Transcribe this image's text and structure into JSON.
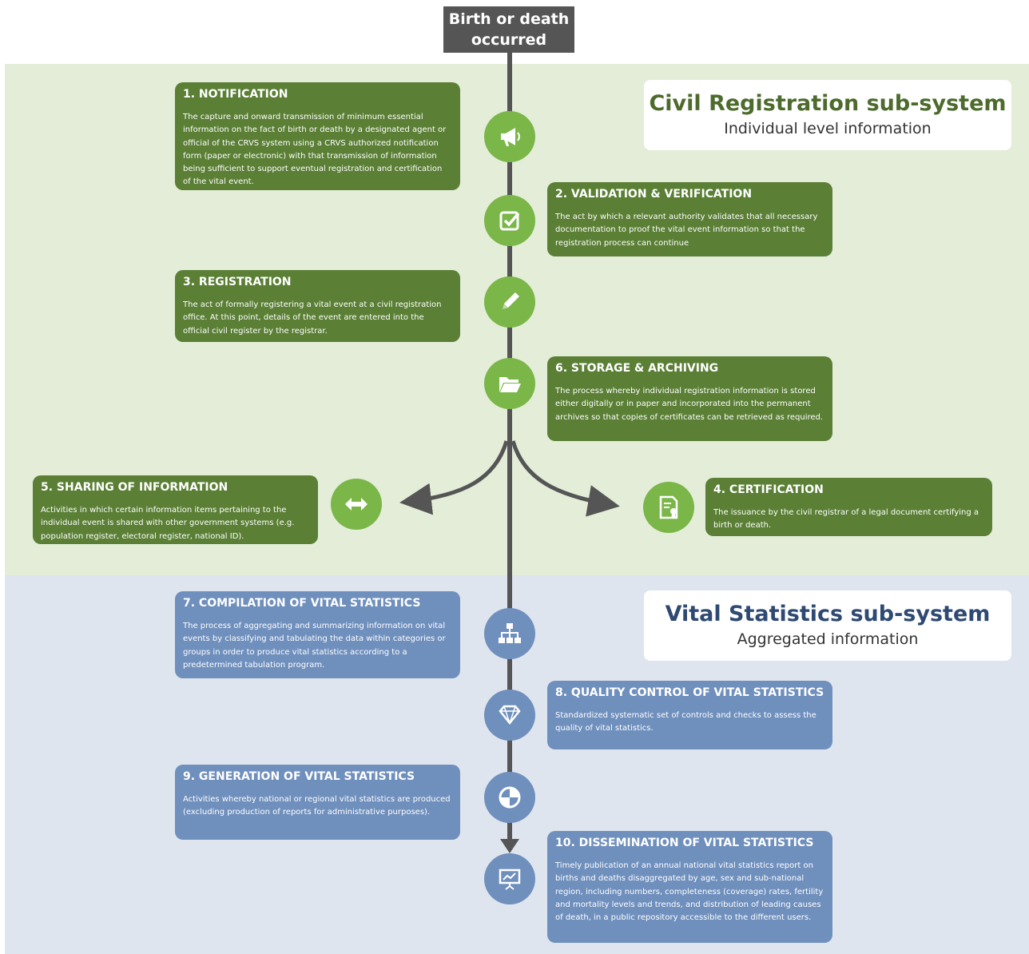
{
  "start": {
    "label": "Birth or death\noccurred"
  },
  "civil_registration": {
    "title": "Civil Registration sub-system",
    "subtitle": "Individual level information",
    "accent_color": "#5a7f35",
    "background_color": "#e3edd8"
  },
  "vital_statistics": {
    "title": "Vital Statistics sub-system",
    "subtitle": "Aggregated information",
    "accent_color": "#6f8fbd",
    "background_color": "#dfe5ee"
  },
  "steps": [
    {
      "title": "1. NOTIFICATION",
      "description": "The capture and onward transmission of minimum essential information on the fact of birth or death by a designated agent or official of the CRVS system using a CRVS authorized notification form (paper or electronic) with that transmission of information being sufficient to support eventual registration and certification of the vital event.",
      "icon": "megaphone-icon"
    },
    {
      "title": "2. VALIDATION & VERIFICATION",
      "description": "The act by which a relevant authority validates that all necessary documentation to proof the vital event information so that the registration process can continue",
      "icon": "checkbox-icon"
    },
    {
      "title": "3. REGISTRATION",
      "description": "The act of formally registering a vital event at a civil registration office. At this point, details of the event are entered into the official civil register by the registrar.",
      "icon": "pencil-icon"
    },
    {
      "title": "6. STORAGE & ARCHIVING",
      "description": "The process whereby individual registration information is stored either digitally or in paper and incorporated into the permanent archives so that copies of certificates can be retrieved as required.",
      "icon": "folder-icon"
    },
    {
      "title": "5. SHARING OF INFORMATION",
      "description": "Activities in which certain information items pertaining to the individual event is shared with other government systems (e.g. population register, electoral register, national ID).",
      "icon": "double-arrow-icon"
    },
    {
      "title": "4. CERTIFICATION",
      "description": "The issuance by the civil registrar of a legal document certifying a birth or death.",
      "icon": "certificate-icon"
    },
    {
      "title": "7. COMPILATION OF VITAL STATISTICS",
      "description": "The process of aggregating and summarizing information on vital events by classifying and tabulating the data within categories or groups in order to produce vital statistics according to a predetermined tabulation program.",
      "icon": "hierarchy-icon"
    },
    {
      "title": "8. QUALITY CONTROL OF VITAL STATISTICS",
      "description": "Standardized systematic set of controls and checks to assess the quality of vital statistics.",
      "icon": "diamond-icon"
    },
    {
      "title": "9. GENERATION OF VITAL STATISTICS",
      "description": "Activities whereby national or regional vital statistics are produced (excluding production of reports for administrative purposes).",
      "icon": "pie-chart-icon"
    },
    {
      "title": "10. DISSEMINATION OF VITAL STATISTICS",
      "description": "Timely publication of an annual national vital statistics report on births and deaths disaggregated by age, sex and sub-national region, including numbers, completeness (coverage) rates, fertility and mortality levels and trends, and distribution of leading causes of death, in a public repository accessible to the different users.",
      "icon": "presentation-icon"
    }
  ]
}
